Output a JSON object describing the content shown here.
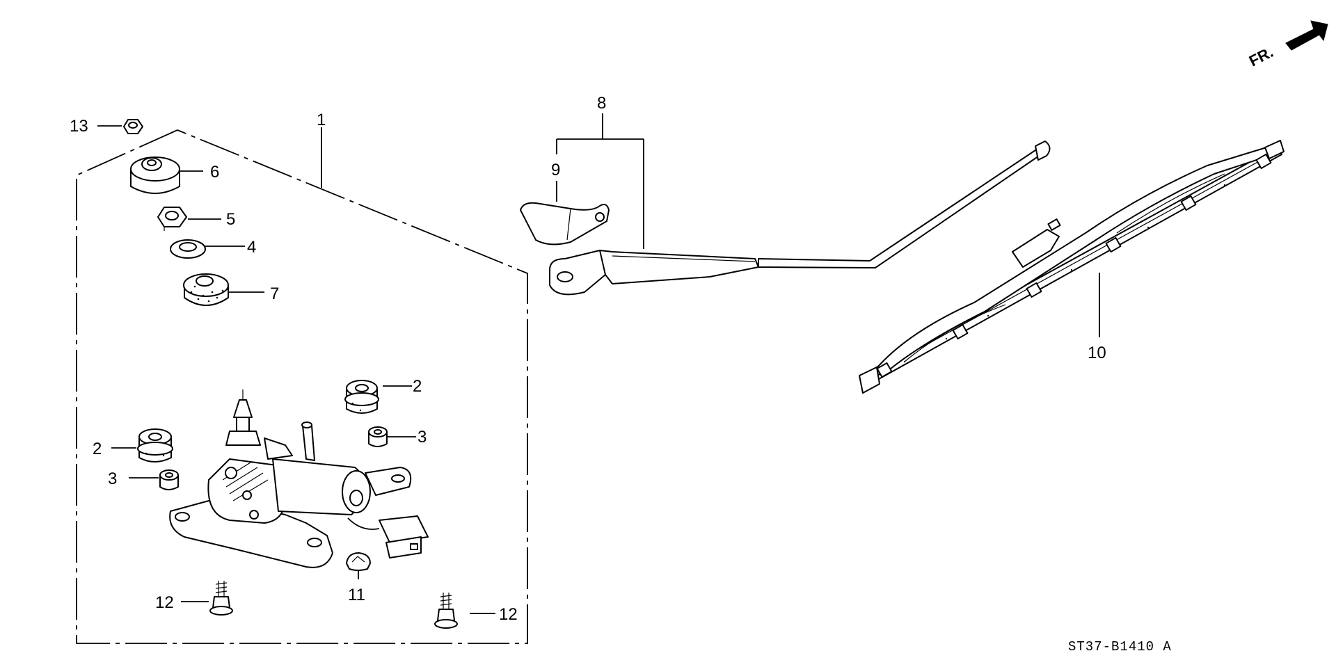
{
  "diagram": {
    "callouts": {
      "c1": "1",
      "c2a": "2",
      "c2b": "2",
      "c3a": "3",
      "c3b": "3",
      "c4": "4",
      "c5": "5",
      "c6": "6",
      "c7": "7",
      "c8": "8",
      "c9": "9",
      "c10": "10",
      "c11": "11",
      "c12a": "12",
      "c12b": "12",
      "c13": "13"
    },
    "front_indicator": "FR.",
    "drawing_code": "ST37-B1410 A"
  }
}
